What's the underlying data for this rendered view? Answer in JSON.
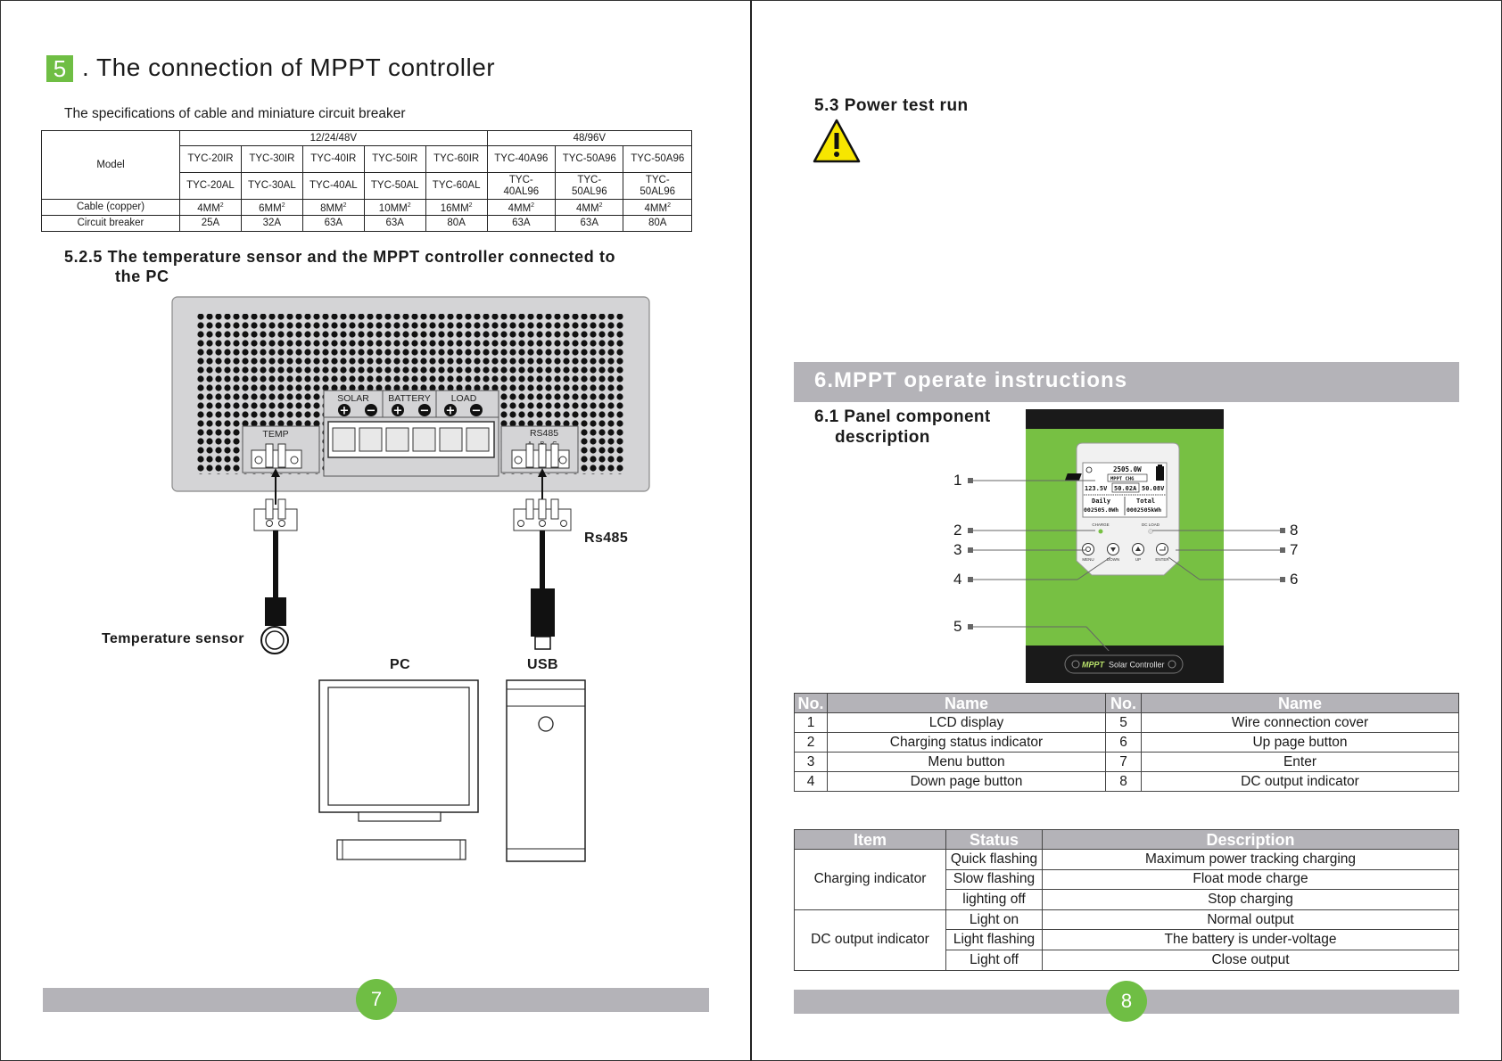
{
  "left_page": {
    "section_number": "5",
    "section_title": ". The connection of MPPT controller",
    "spec_caption": "The specifications of cable and miniature circuit breaker",
    "spec_table": {
      "group_12": "12/24/48V",
      "group_48": "48/96V",
      "model_label": "Model",
      "models_ir": [
        "TYC-20IR",
        "TYC-30IR",
        "TYC-40IR",
        "TYC-50IR",
        "TYC-60IR",
        "TYC-40A96",
        "TYC-50A96",
        "TYC-50A96"
      ],
      "models_al": [
        {
          "l1": "TYC-20AL",
          "l2": ""
        },
        {
          "l1": "TYC-30AL",
          "l2": ""
        },
        {
          "l1": "TYC-40AL",
          "l2": ""
        },
        {
          "l1": "TYC-50AL",
          "l2": ""
        },
        {
          "l1": "TYC-60AL",
          "l2": ""
        },
        {
          "l1": "TYC-",
          "l2": "40AL96"
        },
        {
          "l1": "TYC-",
          "l2": "50AL96"
        },
        {
          "l1": "TYC-",
          "l2": "50AL96"
        }
      ],
      "cable_label": "Cable (copper)",
      "cable_values": [
        "4MM",
        "6MM",
        "8MM",
        "10MM",
        "16MM",
        "4MM",
        "4MM",
        "4MM"
      ],
      "cable_sup": "2",
      "breaker_label": "Circuit breaker",
      "breaker_values": [
        "25A",
        "32A",
        "63A",
        "63A",
        "80A",
        "63A",
        "63A",
        "80A"
      ]
    },
    "heading_525_line1": "5.2.5 The temperature sensor and the MPPT controller connected to",
    "heading_525_line2": "the PC",
    "diagram": {
      "terminal_solar": "SOLAR",
      "terminal_battery": "BATTERY",
      "terminal_load": "LOAD",
      "temp_port": "TEMP",
      "rs485_port": "RS485",
      "rs485_pins": [
        "A",
        "B",
        "G"
      ],
      "rs485_label": "Rs485",
      "temp_sensor_label": "Temperature sensor",
      "pc_label": "PC",
      "usb_label": "USB"
    },
    "page_number": "7"
  },
  "right_page": {
    "heading_53": "5.3 Power test run",
    "band_title": "6.MPPT operate instructions",
    "heading_61_line1": "6.1 Panel component",
    "heading_61_line2": "description",
    "controller": {
      "lcd_power": "2505.0W",
      "lcd_mode": "MPPT CHG",
      "lcd_voltage_in": "123.5V",
      "lcd_current": "50.02A",
      "lcd_voltage_out": "50.08V",
      "lcd_daily": "Daily",
      "lcd_total": "Total",
      "lcd_daily_value": "002505.0Wh",
      "lcd_total_value": "0002505kWh",
      "charge_label": "CHARGE",
      "dcload_label": "DC LOAD",
      "btn_menu": "MENU",
      "btn_down": "DOWN",
      "btn_up": "UP",
      "btn_enter": "ENTER",
      "brand_mppt": "MPPT",
      "brand_rest": "Solar Controller"
    },
    "callouts_left": [
      "1",
      "2",
      "3",
      "4",
      "5"
    ],
    "callouts_right": [
      "8",
      "7",
      "6"
    ],
    "component_table": {
      "headers": [
        "No.",
        "Name",
        "No.",
        "Name"
      ],
      "rows": [
        [
          "1",
          "LCD display",
          "5",
          "Wire connection cover"
        ],
        [
          "2",
          "Charging status indicator",
          "6",
          "Up page button"
        ],
        [
          "3",
          "Menu button",
          "7",
          "Enter"
        ],
        [
          "4",
          "Down page button",
          "8",
          "DC output indicator"
        ]
      ]
    },
    "status_table": {
      "headers": [
        "Item",
        "Status",
        "Description"
      ],
      "groups": [
        {
          "item": "Charging indicator",
          "rows": [
            [
              "Quick flashing",
              "Maximum power tracking charging"
            ],
            [
              "Slow flashing",
              "Float mode charge"
            ],
            [
              "lighting off",
              "Stop charging"
            ]
          ]
        },
        {
          "item": "DC output indicator",
          "rows": [
            [
              "Light on",
              "Normal output"
            ],
            [
              "Light flashing",
              "The battery is under-voltage"
            ],
            [
              "Light off",
              "Close output"
            ]
          ]
        }
      ]
    },
    "page_number": "8"
  },
  "colors": {
    "accent_green": "#6fbe44",
    "band_gray": "#b4b3b8",
    "panel_gray": "#d4d4d6",
    "warning_yellow": "#f7e600"
  }
}
